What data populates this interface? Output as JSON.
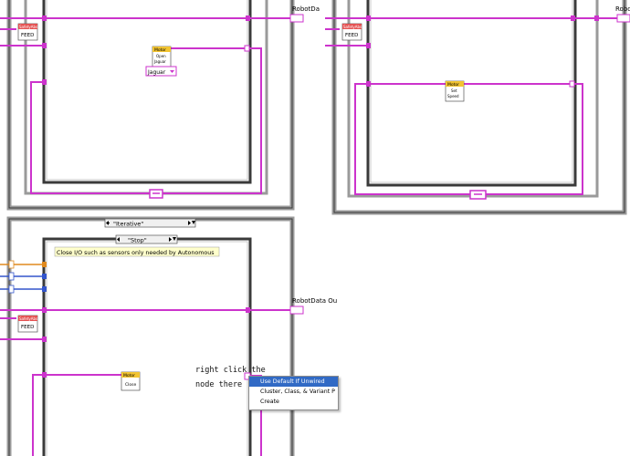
{
  "panels": {
    "top_left": {
      "output_label": "RobotDa",
      "nodes": {
        "feed": {
          "header": "SafetyAbs",
          "label": "FEED"
        },
        "motor_open": {
          "header": "Motor",
          "line1": "Open",
          "line2": "Jaguar"
        },
        "jaguar_ring": {
          "value": "Jaguar"
        }
      }
    },
    "top_right": {
      "output_label": "Robo",
      "nodes": {
        "feed": {
          "header": "SafetyAbs",
          "label": "FEED"
        },
        "motor_setspeed": {
          "header": "Motor",
          "line1": "Set",
          "line2": "Speed"
        }
      }
    },
    "bottom": {
      "case_selector": "\"Iterative\"",
      "inner_case_selector": "\"Stop\"",
      "comment": "Close  I/O such as sensors only needed by Autonomous",
      "output_label": "RobotData Ou",
      "nodes": {
        "feed": {
          "header": "SafetyAbs",
          "label": "FEED"
        },
        "motor_close": {
          "header": "Motor",
          "line1": "Close"
        }
      },
      "annotation": {
        "line1": "right click the",
        "line2": "node there"
      },
      "context_menu": {
        "items": [
          "Use Default If Unwired",
          "Cluster, Class, & Variant P",
          "Create"
        ]
      }
    }
  },
  "colors": {
    "frame": "#3a3a3a",
    "wire_pink": "#cc33cc",
    "wire_orange": "#e08a1e",
    "wire_blue": "#3355cc",
    "menu_highlight": "#316ac5",
    "comment_bg": "#ffffcc"
  }
}
